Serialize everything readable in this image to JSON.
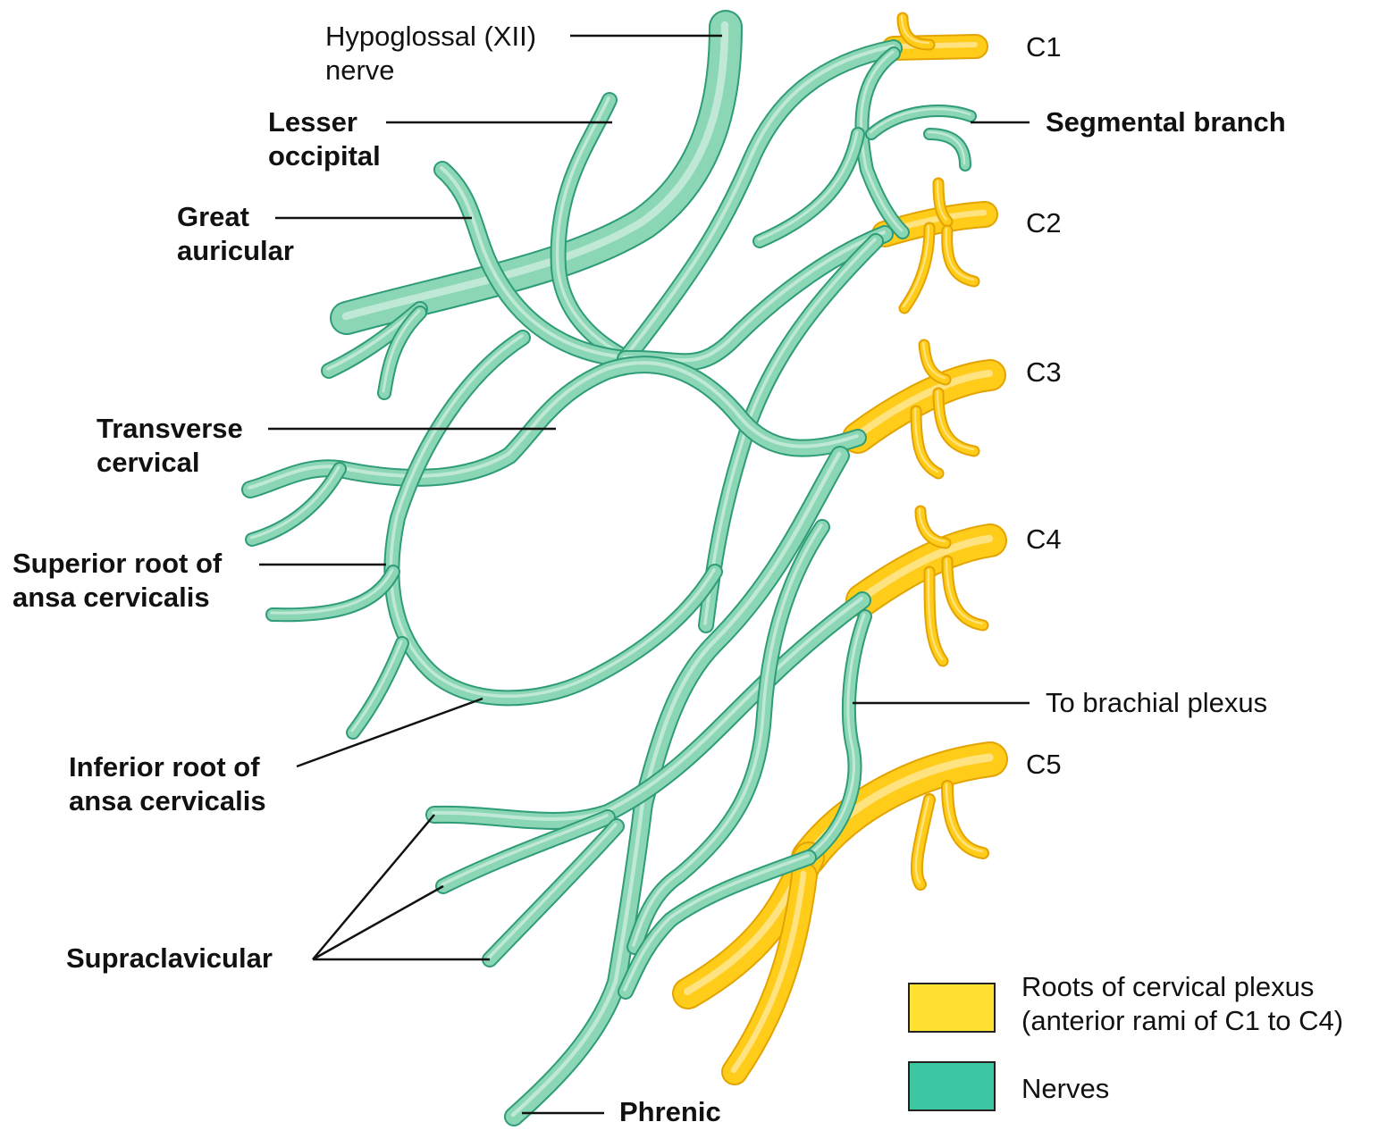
{
  "labels": {
    "hypoglossal": [
      "Hypoglossal (XII)",
      "nerve"
    ],
    "lesser_occipital": [
      "Lesser",
      "occipital"
    ],
    "great_auricular": [
      "Great",
      "auricular"
    ],
    "transverse_cervical": [
      "Transverse",
      "cervical"
    ],
    "superior_root": [
      "Superior root of",
      "ansa cervicalis"
    ],
    "inferior_root": [
      "Inferior root of",
      "ansa cervicalis"
    ],
    "supraclavicular": "Supraclavicular",
    "phrenic": "Phrenic",
    "segmental_branch": "Segmental branch",
    "to_brachial_plexus": "To brachial plexus"
  },
  "roots": [
    "C1",
    "C2",
    "C3",
    "C4",
    "C5"
  ],
  "legend": {
    "roots": {
      "label": [
        "Roots of cervical plexus",
        "(anterior rami of C1 to C4)"
      ],
      "color": "#FFE033"
    },
    "nerves": {
      "label": "Nerves",
      "color": "#3CC7A2"
    }
  },
  "colors": {
    "nerve_fill": "#8BD6B4",
    "nerve_edge": "#2E9C78",
    "root_fill": "#FFCC1A",
    "root_edge": "#E3A300"
  }
}
